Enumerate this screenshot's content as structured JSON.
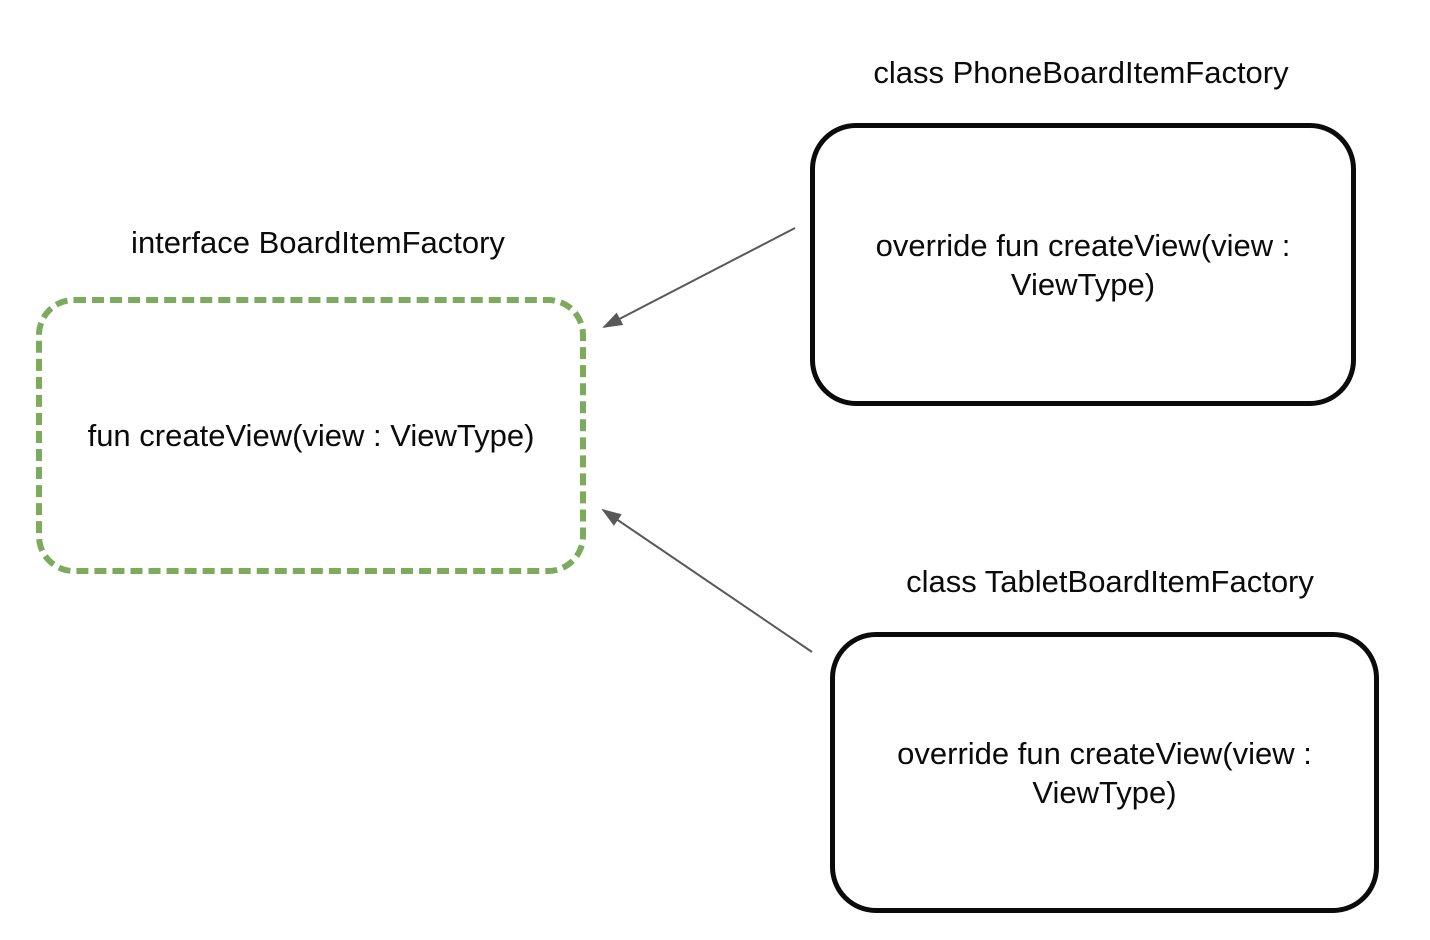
{
  "interface_node": {
    "title": "interface BoardItemFactory",
    "method": "fun createView(view : ViewType)",
    "border_color": "#7CAB5D"
  },
  "phone_node": {
    "title": "class PhoneBoardItemFactory",
    "method_line1": "override fun createView(view :",
    "method_line2": "ViewType)",
    "border_color": "#0b0b0b"
  },
  "tablet_node": {
    "title": "class TabletBoardItemFactory",
    "method_line1": "override fun createView(view :",
    "method_line2": "ViewType)",
    "border_color": "#0b0b0b"
  },
  "arrows": {
    "color": "#595959",
    "phone_to_interface": "PhoneBoardItemFactory implements BoardItemFactory",
    "tablet_to_interface": "TabletBoardItemFactory implements BoardItemFactory"
  }
}
